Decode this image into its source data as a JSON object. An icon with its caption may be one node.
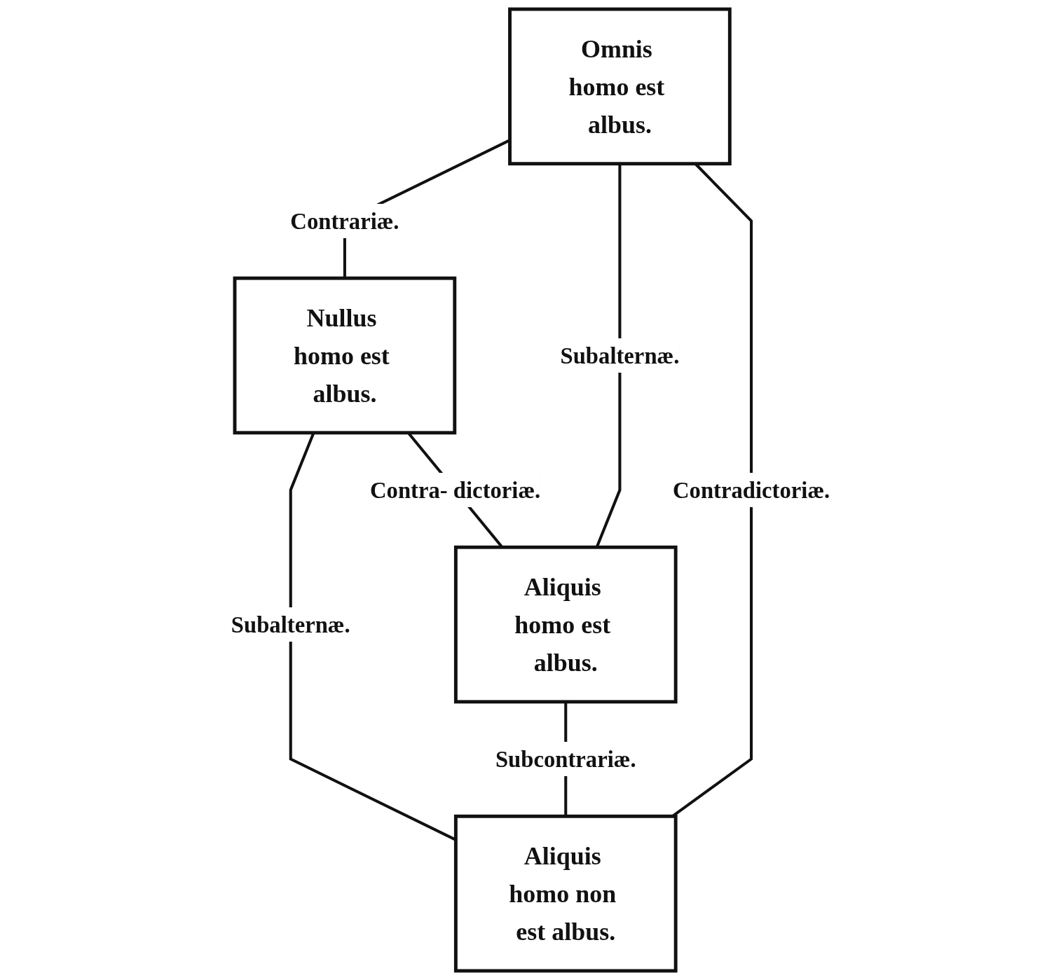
{
  "diagram": {
    "nodes": [
      {
        "text": [
          "Omnis homo est albus."
        ]
      },
      {
        "text": [
          "Nullus homo est albus."
        ]
      },
      {
        "text": [
          "Aliquis homo est albus."
        ]
      },
      {
        "text": [
          "Aliquis homo non est albus."
        ]
      }
    ],
    "edges": [
      {
        "from": 0,
        "to": 1,
        "arrow": "none",
        "label": "Contrariæ."
      },
      {
        "from": 0,
        "to": 2,
        "arrow": "none",
        "label": "Subalternæ."
      },
      {
        "from": 1,
        "to": 3,
        "arrow": "none",
        "label": "Subalternæ."
      },
      {
        "from": 0,
        "to": 3,
        "arrow": "none",
        "label": "Contradictoriæ."
      },
      {
        "from": 1,
        "to": 2,
        "arrow": "none",
        "label": "Contra- dictoriæ."
      },
      {
        "from": 2,
        "to": 3,
        "arrow": "none",
        "label": "Subcontrariæ."
      }
    ]
  }
}
